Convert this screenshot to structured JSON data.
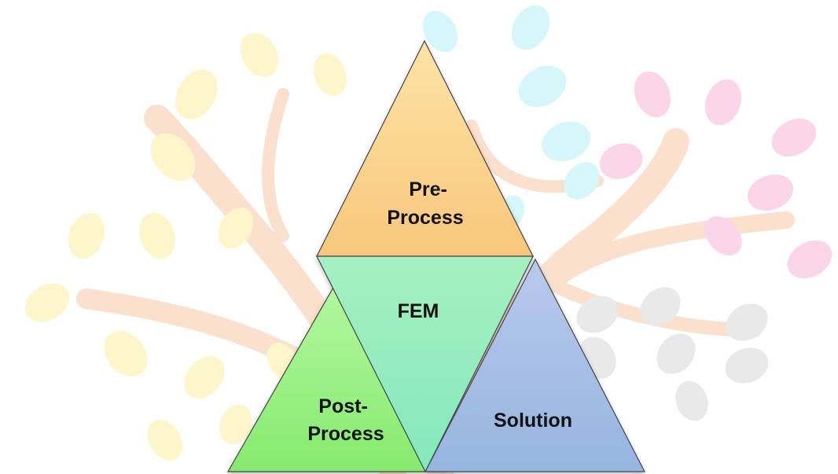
{
  "diagram": {
    "type": "triangle-composition",
    "watermark": {
      "description_icon": "tree-watermark-icon",
      "leaf_colors": [
        "#fdeea0",
        "#b4f0f4",
        "#f8b4d8",
        "#d8d8d8"
      ],
      "branch_color": "#f6c7a4"
    },
    "triangles": [
      {
        "id": "pre-process",
        "line1": "Pre-",
        "line2": "Process",
        "fill_top": "#fde3a6",
        "fill_bottom": "#f8c77c",
        "stroke": "#444444"
      },
      {
        "id": "fem",
        "line1": "FEM",
        "line2": "",
        "fill_top": "#a6f0c0",
        "fill_bottom": "#84e8bd",
        "stroke": "#444444"
      },
      {
        "id": "post-process",
        "line1": "Post-",
        "line2": "Process",
        "fill_top": "#b2f7a0",
        "fill_bottom": "#86ea6e",
        "stroke": "#444444"
      },
      {
        "id": "solution",
        "line1": "Solution",
        "line2": "",
        "fill_top": "#b9c9ec",
        "fill_bottom": "#95b5e0",
        "stroke": "#444444"
      }
    ]
  }
}
